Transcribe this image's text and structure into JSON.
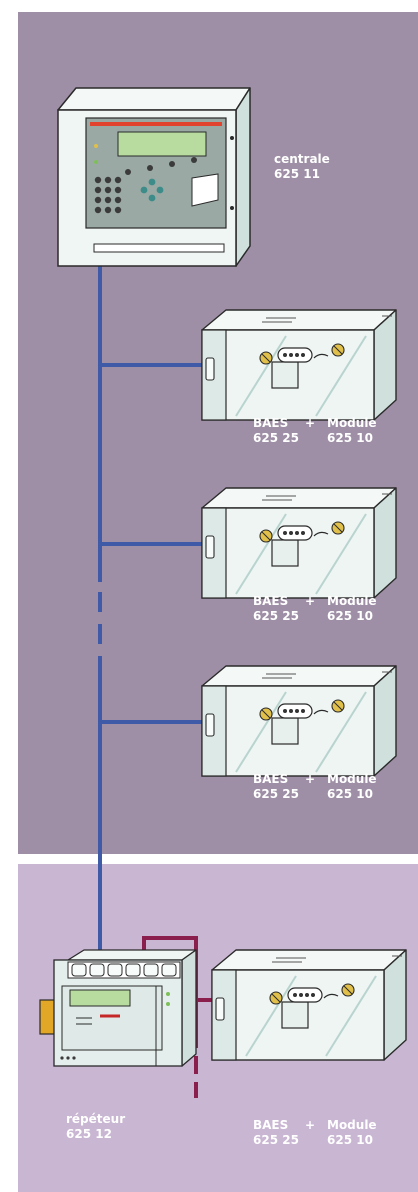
{
  "colors": {
    "panel_top": "#9e8fa6",
    "panel_bottom": "#c9b6d2",
    "bus_blue": "#3f5aa7",
    "link_red": "#8a1f4e",
    "device_body": "#f2f7f6",
    "device_shade": "#c8dad7",
    "label_text": "#ffffff"
  },
  "central": {
    "name": "centrale",
    "ref": "625 11"
  },
  "repeater": {
    "name": "répéteur",
    "ref": "625 12"
  },
  "modules": [
    {
      "baes": "BAES",
      "baes_ref": "625 25",
      "plus": "+",
      "module": "Module",
      "module_ref": "625 10"
    },
    {
      "baes": "BAES",
      "baes_ref": "625 25",
      "plus": "+",
      "module": "Module",
      "module_ref": "625 10"
    },
    {
      "baes": "BAES",
      "baes_ref": "625 25",
      "plus": "+",
      "module": "Module",
      "module_ref": "625 10"
    },
    {
      "baes": "BAES",
      "baes_ref": "625 25",
      "plus": "+",
      "module": "Module",
      "module_ref": "625 10"
    }
  ]
}
